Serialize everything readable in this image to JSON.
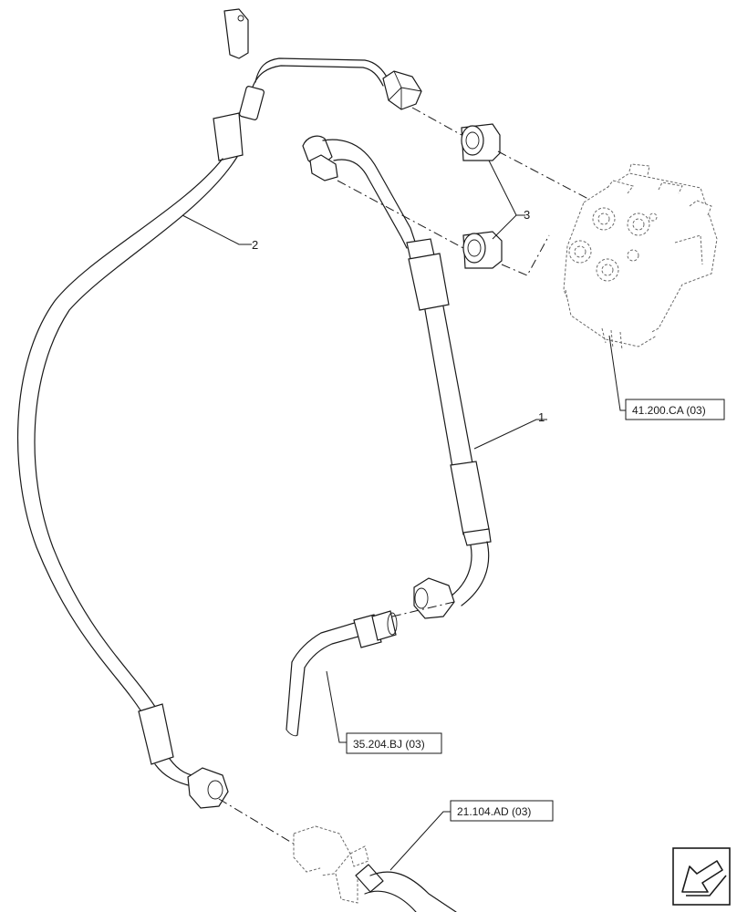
{
  "callouts": {
    "item_1": "1",
    "item_2": "2",
    "item_3": "3"
  },
  "references": {
    "steering_unit": "41.200.CA (03)",
    "hose_lower": "35.204.BJ (03)",
    "tee_fitting": "21.104.AD (03)"
  },
  "icons": {
    "corner": "direction-arrow-icon"
  }
}
